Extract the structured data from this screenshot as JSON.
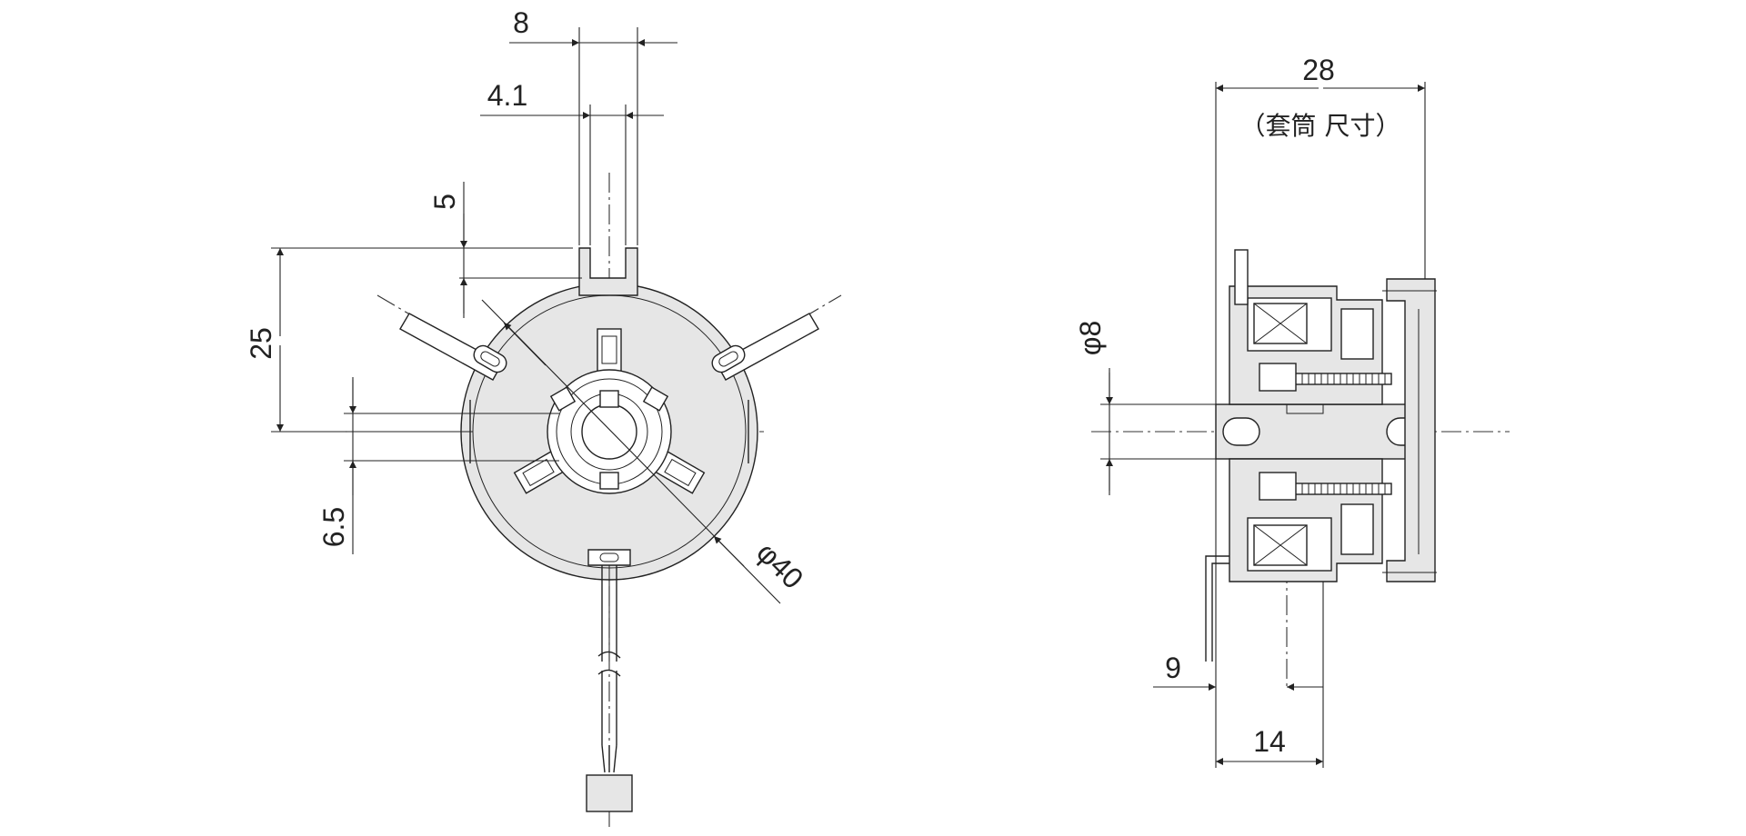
{
  "front_view": {
    "dim_key_width": "8",
    "dim_slot_width": "4.1",
    "dim_key_depth": "5",
    "dim_key_height": "25",
    "dim_bore_offset": "6.5",
    "dim_diameter": "φ40"
  },
  "side_view": {
    "dim_overall_length": "28",
    "note_sleeve": "（套筒 尺寸）",
    "dim_shaft_diameter": "φ8",
    "dim_lead_offset": "9",
    "dim_hub_length": "14"
  }
}
